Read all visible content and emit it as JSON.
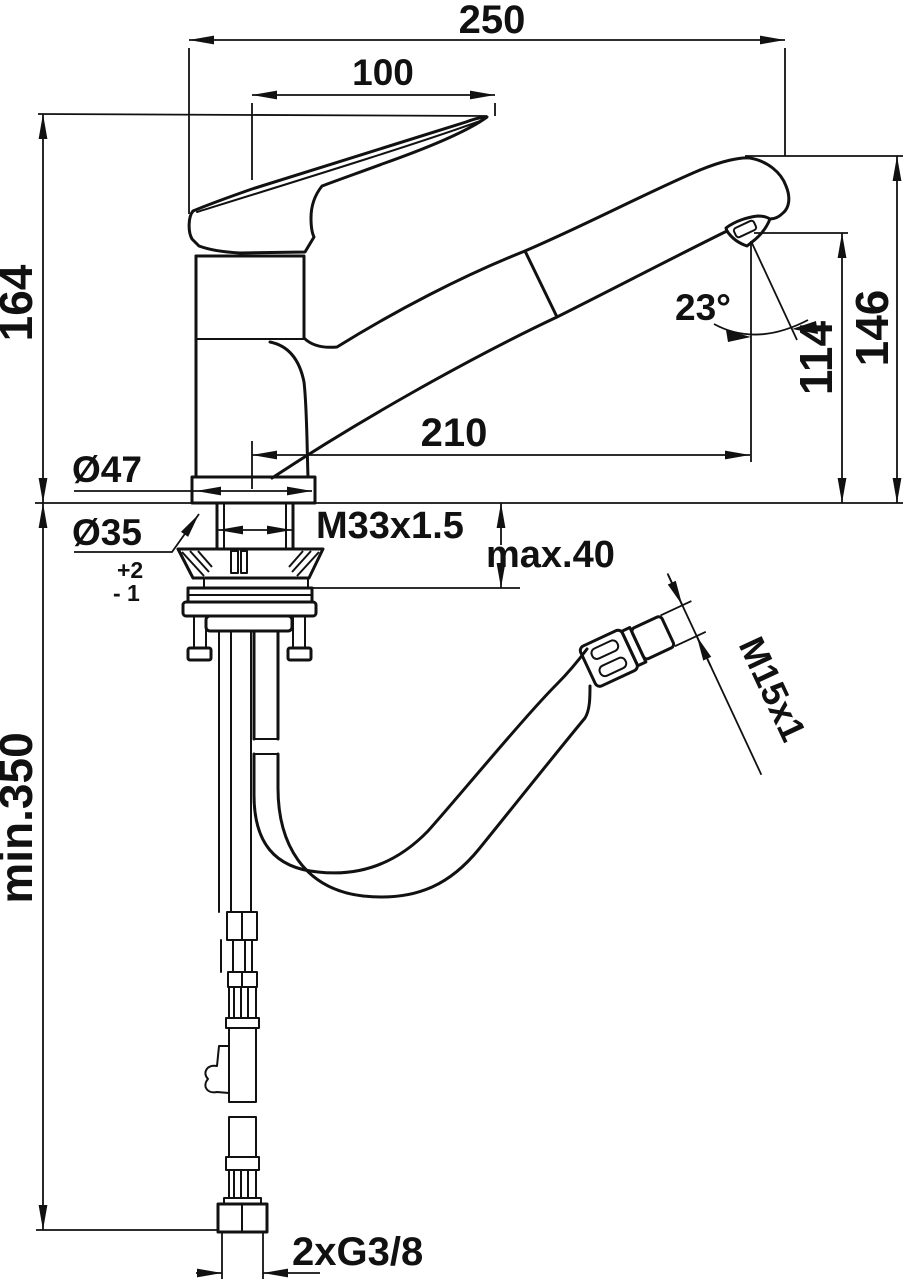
{
  "drawing": {
    "type": "faucet-installation-dimension-drawing",
    "colors": {
      "line": "#111111",
      "background": "#ffffff"
    },
    "dimensions": {
      "overall_projection": "250",
      "handle_projection": "100",
      "body_height": "164",
      "spout_height": "146",
      "outlet_height": "114",
      "spout_reach": "210",
      "outlet_angle": "23°",
      "base_diameter": "Ø47",
      "mounting_hole_diameter": "Ø35",
      "hole_tolerance_plus": "+2",
      "hole_tolerance_minus": "- 1",
      "mounting_thread": "M33x1.5",
      "max_deck_thickness": "max.40",
      "hose_connector_thread": "M15x1",
      "min_hose_length": "min.350",
      "supply_connection": "2xG3/8"
    }
  }
}
